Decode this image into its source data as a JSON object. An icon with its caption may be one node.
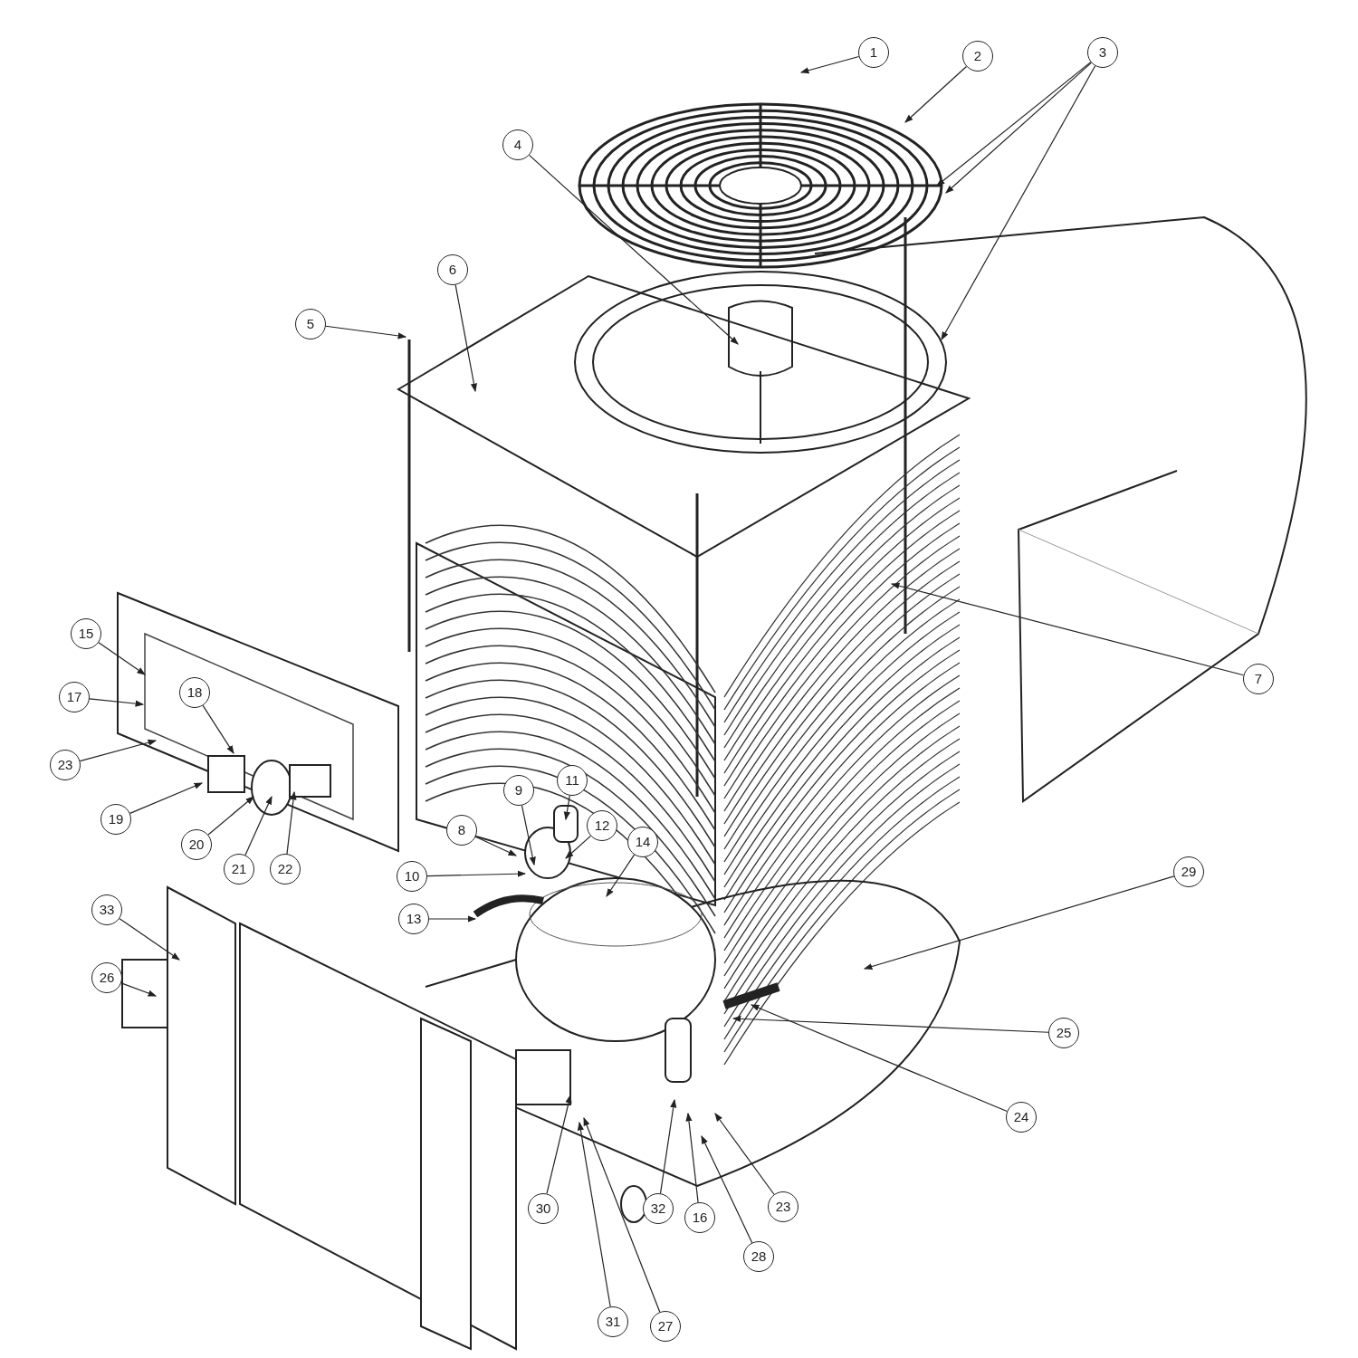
{
  "diagram": {
    "nodes": [
      {
        "text": [
          "1"
        ]
      },
      {
        "text": [
          "2"
        ]
      },
      {
        "text": [
          "3"
        ]
      },
      {
        "text": [
          "4"
        ]
      },
      {
        "text": [
          "5"
        ]
      },
      {
        "text": [
          "6"
        ]
      },
      {
        "text": [
          "7"
        ]
      },
      {
        "text": [
          "8"
        ]
      },
      {
        "text": [
          "9"
        ]
      },
      {
        "text": [
          "10"
        ]
      },
      {
        "text": [
          "11"
        ]
      },
      {
        "text": [
          "12"
        ]
      },
      {
        "text": [
          "13"
        ]
      },
      {
        "text": [
          "14"
        ]
      },
      {
        "text": [
          "15"
        ]
      },
      {
        "text": [
          "16"
        ]
      },
      {
        "text": [
          "17"
        ]
      },
      {
        "text": [
          "18"
        ]
      },
      {
        "text": [
          "19"
        ]
      },
      {
        "text": [
          "20"
        ]
      },
      {
        "text": [
          "21"
        ]
      },
      {
        "text": [
          "22"
        ]
      },
      {
        "text": [
          "23"
        ]
      },
      {
        "text": [
          "24"
        ]
      },
      {
        "text": [
          "25"
        ]
      },
      {
        "text": [
          "26"
        ]
      },
      {
        "text": [
          "27"
        ]
      },
      {
        "text": [
          "28"
        ]
      },
      {
        "text": [
          "29"
        ]
      },
      {
        "text": [
          "30"
        ]
      },
      {
        "text": [
          "31"
        ]
      },
      {
        "text": [
          "32"
        ]
      },
      {
        "text": [
          "33"
        ]
      },
      {
        "text": [
          "23"
        ]
      }
    ],
    "edges": [
      {
        "from": 0,
        "to": null,
        "arrow": "to"
      },
      {
        "from": 1,
        "to": null,
        "arrow": "to"
      },
      {
        "from": 2,
        "to": null,
        "arrow": "to"
      },
      {
        "from": 2,
        "to": null,
        "arrow": "to"
      },
      {
        "from": 2,
        "to": null,
        "arrow": "to"
      },
      {
        "from": 3,
        "to": null,
        "arrow": "to"
      },
      {
        "from": 4,
        "to": null,
        "arrow": "to"
      },
      {
        "from": 5,
        "to": null,
        "arrow": "to"
      },
      {
        "from": 6,
        "to": null,
        "arrow": "to"
      },
      {
        "from": 7,
        "to": null,
        "arrow": "to"
      },
      {
        "from": 8,
        "to": null,
        "arrow": "to"
      },
      {
        "from": 9,
        "to": null,
        "arrow": "to"
      },
      {
        "from": 10,
        "to": null,
        "arrow": "to"
      },
      {
        "from": 11,
        "to": null,
        "arrow": "to"
      },
      {
        "from": 12,
        "to": null,
        "arrow": "to"
      },
      {
        "from": 13,
        "to": null,
        "arrow": "to"
      },
      {
        "from": 14,
        "to": null,
        "arrow": "to"
      },
      {
        "from": 15,
        "to": null,
        "arrow": "to"
      },
      {
        "from": 16,
        "to": null,
        "arrow": "to"
      },
      {
        "from": 17,
        "to": null,
        "arrow": "to"
      },
      {
        "from": 18,
        "to": null,
        "arrow": "to"
      },
      {
        "from": 19,
        "to": null,
        "arrow": "to"
      },
      {
        "from": 20,
        "to": null,
        "arrow": "to"
      },
      {
        "from": 21,
        "to": null,
        "arrow": "to"
      },
      {
        "from": 22,
        "to": null,
        "arrow": "to"
      },
      {
        "from": 23,
        "to": null,
        "arrow": "to"
      },
      {
        "from": 24,
        "to": null,
        "arrow": "to"
      },
      {
        "from": 25,
        "to": null,
        "arrow": "to"
      },
      {
        "from": 26,
        "to": null,
        "arrow": "to"
      },
      {
        "from": 27,
        "to": null,
        "arrow": "to"
      },
      {
        "from": 28,
        "to": null,
        "arrow": "to"
      },
      {
        "from": 29,
        "to": null,
        "arrow": "to"
      },
      {
        "from": 30,
        "to": null,
        "arrow": "to"
      },
      {
        "from": 31,
        "to": null,
        "arrow": "to"
      },
      {
        "from": 32,
        "to": null,
        "arrow": "to"
      },
      {
        "from": 33,
        "to": null,
        "arrow": "to"
      }
    ]
  }
}
